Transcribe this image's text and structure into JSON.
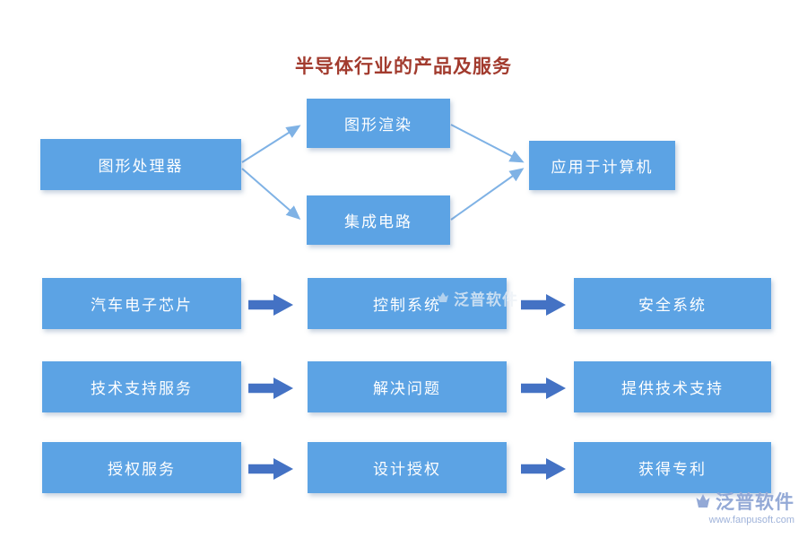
{
  "title": "半导体行业的产品及服务",
  "colors": {
    "node_fill": "#5CA3E4",
    "node_text": "#ffffff",
    "block_arrow": "#4472C4",
    "connector_line": "#7FB2E5",
    "title_text": "#A23B2E",
    "brand_text": "#93A9D6"
  },
  "flow": {
    "source": "图形处理器",
    "branches": [
      "图形渲染",
      "集成电路"
    ],
    "target": "应用于计算机"
  },
  "rows": [
    {
      "left": "汽车电子芯片",
      "middle": "控制系统",
      "right": "安全系统"
    },
    {
      "left": "技术支持服务",
      "middle": "解决问题",
      "right": "提供技术支持"
    },
    {
      "left": "授权服务",
      "middle": "设计授权",
      "right": "获得专利"
    }
  ],
  "watermark": {
    "center": "泛普软件",
    "brand": "泛普软件",
    "url": "www.fanpusoft.com"
  }
}
